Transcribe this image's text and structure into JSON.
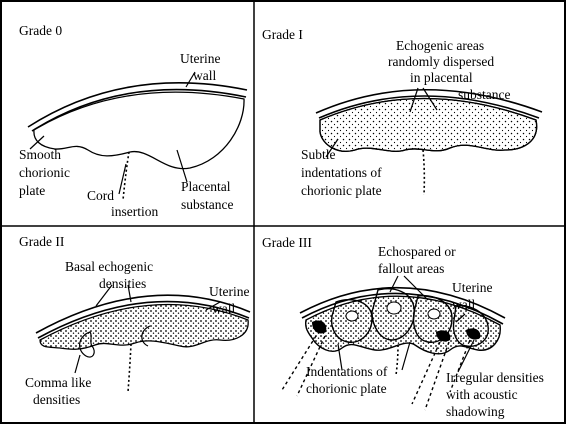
{
  "figure": {
    "grade0": {
      "heading": "Grade 0",
      "labels": {
        "uterine_1": "Uterine",
        "uterine_2": "wall",
        "smooth": "Smooth",
        "chorionic": "chorionic",
        "plate": "plate",
        "cord": "Cord",
        "insertion": "insertion",
        "placental": "Placental",
        "substance": "substance"
      }
    },
    "grade1": {
      "heading": "Grade I",
      "labels": {
        "echo_1": "Echogenic areas",
        "echo_2": "randomly dispersed",
        "echo_3": "in placental",
        "echo_4": "substance",
        "subtle_1": "Subtle",
        "subtle_2": "indentations of",
        "subtle_3": "chorionic plate"
      }
    },
    "grade2": {
      "heading": "Grade II",
      "labels": {
        "basal_1": "Basal echogenic",
        "basal_2": "densities",
        "uterine_1": "Uterine",
        "uterine_2": "wall",
        "comma_1": "Comma like",
        "comma_2": "densities"
      }
    },
    "grade3": {
      "heading": "Grade III",
      "labels": {
        "echo_1": "Echospared or",
        "echo_2": "fallout areas",
        "uterine_1": "Uterine",
        "uterine_2": "wall",
        "indent_1": "Indentations of",
        "indent_2": "chorionic plate",
        "irreg_1": "Irregular densities",
        "irreg_2": "with acoustic",
        "irreg_3": "shadowing"
      }
    }
  }
}
